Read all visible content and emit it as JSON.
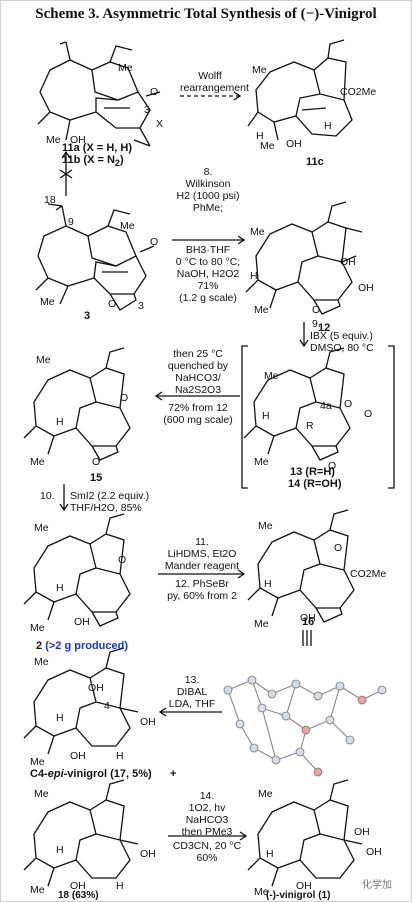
{
  "title": "Scheme 3. Asymmetric Total Synthesis of (−)-Vinigrol",
  "compounds": {
    "c11a": "11a (X = H, H)",
    "c11b": "11b (X = N",
    "c11b_sub": "2",
    "c11b_end": ")",
    "c11c": "11c",
    "c3": "3",
    "c12": "12",
    "c13": "13 (R=H)",
    "c14": "14 (R=OH)",
    "c15": "15",
    "c2": "2",
    "c2_note": "(>2 g produced)",
    "c16": "16",
    "c17_a": "C4-",
    "c17_epi": "epi",
    "c17_b": "-vinigrol (17, 5%)",
    "c18": "18 (63%)",
    "c1": "(-)-vinigrol (1)"
  },
  "atom_labels": {
    "me": "Me",
    "oh": "OH",
    "h": "H",
    "o": "O",
    "r": "R",
    "x": "X",
    "co2me": "CO2Me",
    "n3": "3",
    "n9": "9",
    "n18": "18",
    "n4": "4",
    "n4a": "4a"
  },
  "steps": {
    "wolff": [
      "Wolff",
      "rearrangement"
    ],
    "s8": [
      "8.",
      "Wilkinson",
      "H2 (1000 psi)",
      "PhMe;",
      "BH3·THF",
      "0 °C to 80 °C;",
      "NaOH, H2O2",
      "71%",
      "(1.2 g scale)"
    ],
    "s9": [
      "9.",
      "IBX (5 equiv.)",
      "DMSO, 80 °C"
    ],
    "s9b": [
      "then 25 °C",
      "quenched by",
      "NaHCO3/",
      "Na2S2O3",
      "72% from 12",
      "(600 mg scale)"
    ],
    "s10": [
      "10.",
      "SmI2 (2.2 equiv.)",
      "THF/H2O, 85%"
    ],
    "s11": [
      "11.",
      "LiHDMS, Et2O",
      "Mander reagent",
      "12. PhSeBr",
      "py, 60% from 2"
    ],
    "s13": [
      "13.",
      "DIBAL",
      "LDA, THF"
    ],
    "s14": [
      "14.",
      "1O2, hv",
      "NaHCO3",
      "then PMe3",
      "CD3CN, 20 °C",
      "60%"
    ]
  },
  "plus": "+",
  "watermark": "化学加"
}
